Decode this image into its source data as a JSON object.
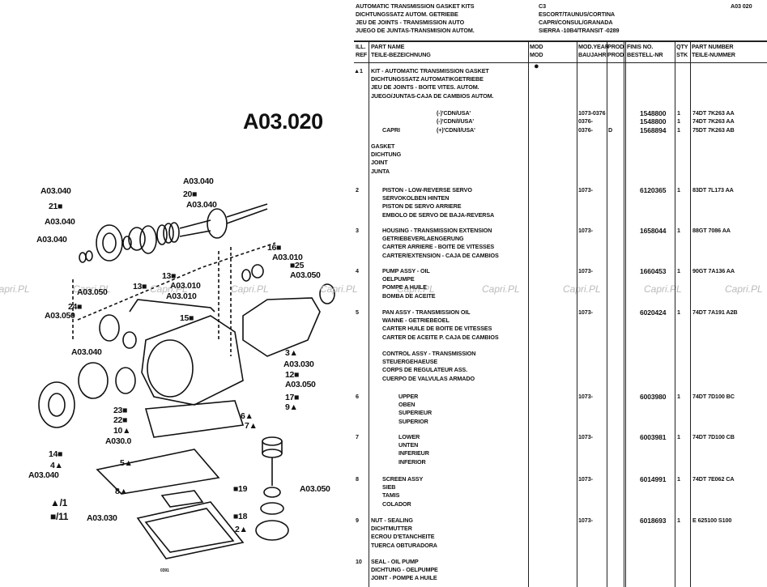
{
  "header": {
    "title_lines": [
      "AUTOMATIC TRANSMISSION GASKET KITS",
      "DICHTUNGSSATZ AUTOM. GETRIEBE",
      "JEU DE JOINTS - TRANSMISSION AUTO",
      "JUEGO DE JUNTAS-TRANSMISION AUTOM."
    ],
    "model_lines": [
      "C3",
      "ESCORT/TAUNUS/CORTINA",
      "CAPRI/CONSUL/GRANADA",
      "SIERRA -10B4/TRANSIT -0289"
    ],
    "page_code": "A03 020"
  },
  "columns": {
    "ill_ref": [
      "ILL.",
      "REF"
    ],
    "part_name": [
      "PART NAME",
      "TEILE-BEZEICHNUNG"
    ],
    "mod": [
      "MOD",
      "MOD"
    ],
    "mod_year": [
      "MOD.YEAR",
      "BAUJAHR"
    ],
    "prod": [
      "PROD",
      "PROD"
    ],
    "finis": [
      "FINIS NO.",
      "BESTELL-NR"
    ],
    "qty": [
      "QTY",
      "STK"
    ],
    "part_number": [
      "PART NUMBER",
      "TEILE-NUMMER"
    ]
  },
  "entries": [
    {
      "ref": "▲1",
      "lines": [
        "KIT - AUTOMATIC TRANSMISSION GASKET",
        "DICHTUNGSSATZ AUTOMATIKGETRIEBE",
        "JEU DE JOINTS - BOITE VITES. AUTOM.",
        "JUEGO/JUNTAS-CAJA DE CAMBIOS AUTOM."
      ]
    },
    {
      "ref": "",
      "model": "",
      "variant": "(-)'CDN/USA'",
      "year": "1073-0376",
      "prod": "",
      "finis": "1548800",
      "qty": "1",
      "part_number": "74DT 7K263 AA"
    },
    {
      "ref": "",
      "model": "",
      "variant": "(-)'CDN/I/USA'",
      "year": "0376-",
      "prod": "",
      "finis": "1548800",
      "qty": "1",
      "part_number": "74DT 7K263 AA"
    },
    {
      "ref": "",
      "model": "CAPRI",
      "variant": "(+)'CDN/I/USA'",
      "year": "0376-",
      "prod": "D",
      "finis": "1568894",
      "qty": "1",
      "part_number": "75DT 7K263 AB"
    },
    {
      "ref": "",
      "lines": [
        "GASKET",
        "DICHTUNG",
        "JOINT",
        "JUNTA"
      ]
    },
    {
      "ref": "2",
      "indent": 1,
      "lines": [
        "PISTON - LOW-REVERSE SERVO",
        "SERVOKOLBEN HINTEN",
        "PISTON DE SERVO ARRIERE",
        "EMBOLO DE SERVO DE BAJA-REVERSA"
      ],
      "year": "1073-",
      "finis": "6120365",
      "qty": "1",
      "part_number": "83DT 7L173 AA"
    },
    {
      "ref": "3",
      "indent": 1,
      "lines": [
        "HOUSING - TRANSMISSION EXTENSION",
        "GETRIEBEVERLAENGERUNG",
        "CARTER ARRIERE - BOITE DE VITESSES",
        "CARTER/EXTENSION - CAJA DE CAMBIOS"
      ],
      "year": "1073-",
      "finis": "1658044",
      "qty": "1",
      "part_number": "88GT 7086 AA"
    },
    {
      "ref": "4",
      "indent": 1,
      "lines": [
        "PUMP ASSY - OIL",
        "OELPUMPE",
        "POMPE A HUILE",
        "BOMBA DE ACEITE"
      ],
      "year": "1073-",
      "finis": "1660453",
      "qty": "1",
      "part_number": "90GT 7A136 AA"
    },
    {
      "ref": "5",
      "indent": 1,
      "lines": [
        "PAN ASSY - TRANSMISSION OIL",
        "WANNE - GETRIEBEOEL",
        "CARTER HUILE DE BOITE DE VITESSES",
        "CARTER DE ACEITE P. CAJA DE CAMBIOS"
      ],
      "year": "1073-",
      "finis": "6020424",
      "qty": "1",
      "part_number": "74DT 7A191 A2B"
    },
    {
      "ref": "",
      "indent": 1,
      "lines": [
        "CONTROL ASSY - TRANSMISSION",
        "STEUERGEHAEUSE",
        "CORPS DE REGULATEUR ASS.",
        "CUERPO DE VALVULAS ARMADO"
      ]
    },
    {
      "ref": "6",
      "indent": 2,
      "lines": [
        "UPPER",
        "OBEN",
        "SUPERIEUR",
        "SUPERIOR"
      ],
      "year": "1073-",
      "finis": "6003980",
      "qty": "1",
      "part_number": "74DT 7D100 BC"
    },
    {
      "ref": "7",
      "indent": 2,
      "lines": [
        "LOWER",
        "UNTEN",
        "INFERIEUR",
        "INFERIOR"
      ],
      "year": "1073-",
      "finis": "6003981",
      "qty": "1",
      "part_number": "74DT 7D100 CB"
    },
    {
      "ref": "8",
      "indent": 1,
      "lines": [
        "SCREEN ASSY",
        "SIEB",
        "TAMIS",
        "COLADOR"
      ],
      "year": "1073-",
      "finis": "6014991",
      "qty": "1",
      "part_number": "74DT 7E062 CA"
    },
    {
      "ref": "9",
      "lines": [
        "NUT - SEALING",
        "DICHTMUTTER",
        "ECROU D'ETANCHEITE",
        "TUERCA OBTURADORA"
      ],
      "year": "1073-",
      "finis": "6018693",
      "qty": "1",
      "part_number": "E 625100 S100"
    },
    {
      "ref": "10",
      "lines": [
        "SEAL - OIL PUMP",
        "DICHTUNG - OELPUMPE",
        "JOINT - POMPE A HUILE"
      ]
    }
  ],
  "diagram": {
    "title": "A03.020",
    "labels": [
      "A03.040",
      "20■",
      "A03.040",
      "A03.040",
      "21■",
      "A03.040",
      "A03.040",
      "16■",
      "A03.010",
      "■25",
      "A03.050",
      "13■",
      "13■",
      "A03.010",
      "A03.010",
      "A03.050",
      "24■",
      "A03.050",
      "15■",
      "A03.040",
      "3▲",
      "A03.030",
      "12■",
      "A03.050",
      "17■",
      "9▲",
      "23■",
      "22■",
      "10▲",
      "A030.0",
      "6▲",
      "7▲",
      "14■",
      "4▲",
      "A03.040",
      "5▲",
      "8▲",
      "■19",
      "A03.050",
      "A03.030",
      "■18",
      "2▲"
    ],
    "legend": [
      "▲/1",
      "■/11"
    ],
    "footer_mark": "0391"
  },
  "watermark": "Capri.PL"
}
